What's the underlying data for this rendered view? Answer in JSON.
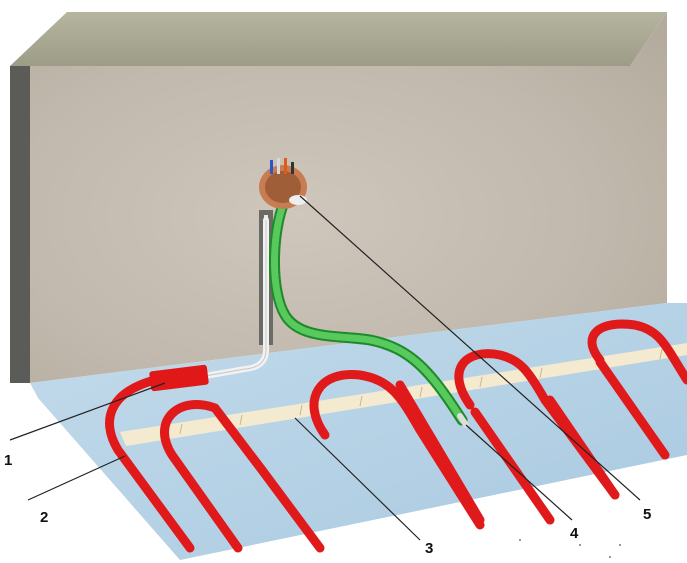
{
  "callouts": [
    {
      "number": "1"
    },
    {
      "number": "2"
    },
    {
      "number": "3"
    },
    {
      "number": "4"
    },
    {
      "number": "5"
    }
  ],
  "colors": {
    "wall_front": "#c9c0b4",
    "wall_top": "#a8a892",
    "wall_side": "#5e5e5a",
    "floor": "#b7d3e6",
    "heating_cable": "#e0191b",
    "mounting_tape": "#f3ead0",
    "conduit": "#2fa83a",
    "cold_lead": "#f2f2f2",
    "junction_box": "#d98a5c"
  }
}
